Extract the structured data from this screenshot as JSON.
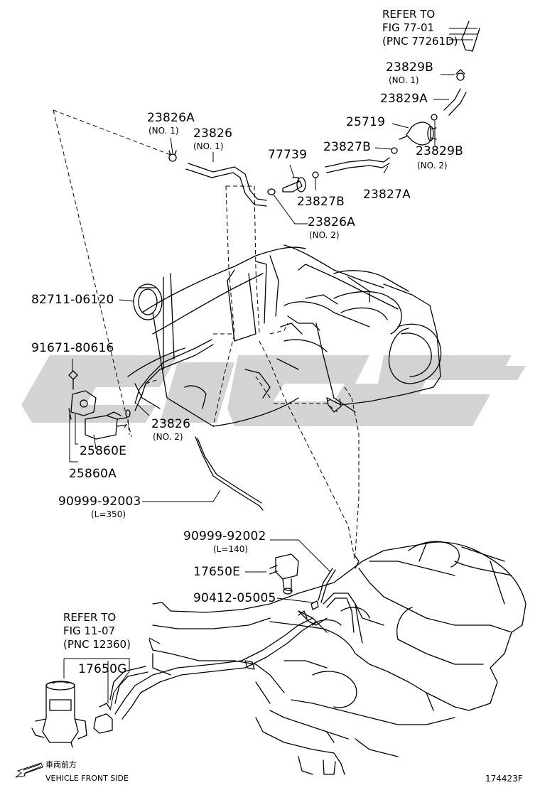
{
  "labels": {
    "refer_top_1": "REFER TO",
    "refer_top_2": "FIG 77-01",
    "refer_top_3": "(PNC 77261D)",
    "p23829B_1": "23829B",
    "p23829B_1_sub": "(NO. 1)",
    "p23829A": "23829A",
    "p25719": "25719",
    "p23827B_1": "23827B",
    "p23829B_2": "23829B",
    "p23829B_2_sub": "(NO. 2)",
    "p23826A_1": "23826A",
    "p23826A_1_sub": "(NO. 1)",
    "p23826_1": "23826",
    "p23826_1_sub": "(NO. 1)",
    "p77739": "77739",
    "p23827B_2": "23827B",
    "p23827A": "23827A",
    "p23826A_2": "23826A",
    "p23826A_2_sub": "(NO. 2)",
    "p82711": "82711-06120",
    "p91671": "91671-80616",
    "p23826_2": "23826",
    "p23826_2_sub": "(NO. 2)",
    "p25860E": "25860E",
    "p25860A": "25860A",
    "p90999_92003": "90999-92003",
    "p90999_92003_sub": "(L=350)",
    "p90999_92002": "90999-92002",
    "p90999_92002_sub": "(L=140)",
    "p17650E": "17650E",
    "p90412": "90412-05005",
    "refer_bot_1": "REFER TO",
    "refer_bot_2": "FIG 11-07",
    "refer_bot_3": "(PNC 12360)",
    "p17650G": "17650G",
    "front_jp": "車両前方",
    "front_en": "VEHICLE FRONT SIDE",
    "figure_id": "174423F"
  },
  "colors": {
    "line": "#000000",
    "watermark": "#c8c8c8"
  }
}
